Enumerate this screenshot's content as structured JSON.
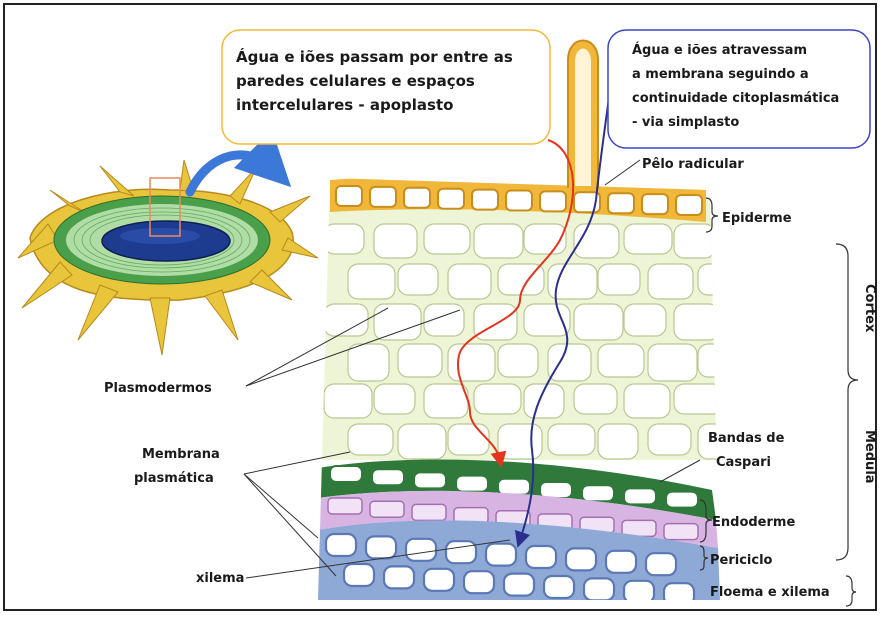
{
  "callouts": {
    "apoplasto": [
      "Água e iões passam por entre as",
      "paredes celulares e espaços",
      "intercelulares - apoplasto"
    ],
    "simplasto": [
      "Água e iões atravessam",
      "a membrana seguindo a",
      "continuidade citoplasmática",
      "- via simplasto"
    ]
  },
  "labels": {
    "pelo_radicular": "Pêlo radicular",
    "epiderme": "Epiderme",
    "cortex": "Cortex",
    "medula": "Medula",
    "bandas_caspari": [
      "Bandas de",
      "Caspari"
    ],
    "endoderme": "Endoderme",
    "periciclo": "Periciclo",
    "floema_xilema": "Floema e xilema",
    "plasmodermos": "Plasmodermos",
    "membrana_plasmatica": [
      "Membrana",
      "plasmática"
    ],
    "xilema": "xilema"
  },
  "colors": {
    "epiderme": "#f0b73a",
    "cortex_cell": "#eef5d6",
    "cortex_wall": "#ffffff",
    "endoderme": "#2f7a3a",
    "periciclo": "#d8b4e2",
    "xilema": "#8fa9d6",
    "apoplasto_path": "#e5341e",
    "simplasto_path": "#2a2f8f",
    "apoplasto_box": "#f4b93a",
    "simplasto_box": "#3a45c8",
    "arrow": "#3b78d8"
  }
}
